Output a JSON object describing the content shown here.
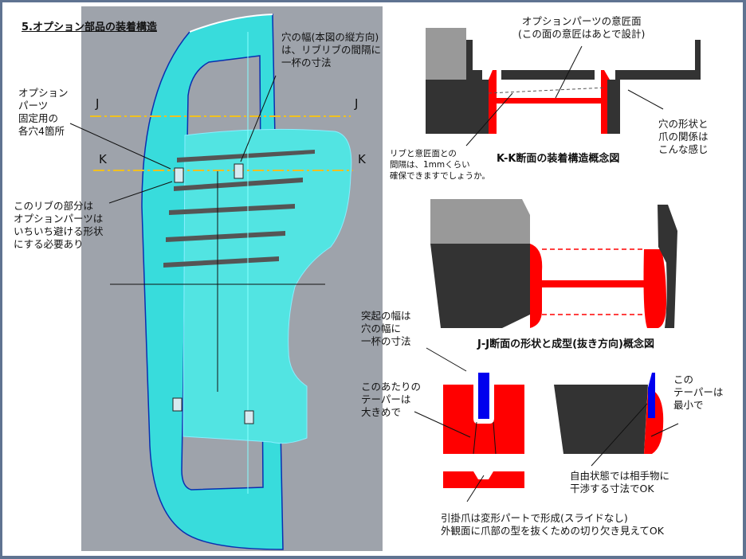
{
  "title": "5.オプション部品の装着構造",
  "section_labels": {
    "j_left": "J",
    "j_right": "J",
    "k_left": "K",
    "k_right": "K"
  },
  "notes": {
    "hole_width": "穴の幅(本図の縦方向)\nは、リブリブの間隔に\n一杯の寸法",
    "fixing_holes": "オプション\nパーツ\n固定用の\n各穴4箇所",
    "rib_part": "このリブの部分は\nオプションパーツは\nいちいち避ける形状\nにする必要あり",
    "design_surface": "オプションパーツの意匠面\n(この面の意匠はあとで設計)",
    "rib_gap": "リブと意匠面との\n間隔は、1mmくらい\n確保できますでしょうか。",
    "hole_shape": "穴の形状と\n爪の関係は\nこんな感じ",
    "boss_width": "突起の幅は\n穴の幅に\n一杯の寸法",
    "taper_large": "このあたりの\nテーパーは\n大きめで",
    "taper_min": "この\nテーパーは\n最小で",
    "free_state": "自由状態では相手物に\n干渉する寸法でOK",
    "hook": "引掛爪は変形パートで形成(スライドなし)\n外観面に爪部の型を抜くための切り欠き見えてOK"
  },
  "captions": {
    "kk": "K-K断面の装着構造概念図",
    "jj": "J-J断面の形状と成型(抜き方向)概念図"
  },
  "colors": {
    "cyan": "#3fe0e0",
    "red": "#ff0000",
    "blue": "#0000ee",
    "dark": "#333333",
    "gray": "#999999",
    "cad_bg": "#9ea3ab"
  }
}
